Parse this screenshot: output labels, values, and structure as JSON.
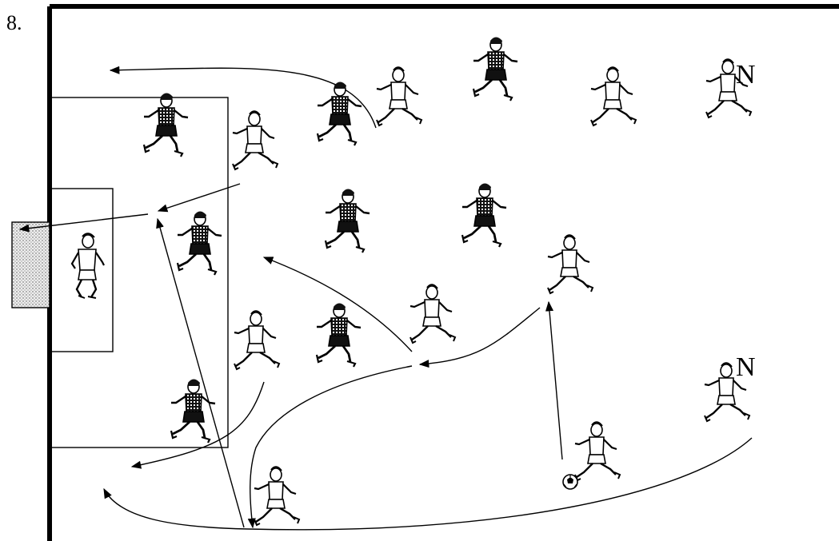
{
  "figure_number": "8.",
  "labels": {
    "neutral_top": "N",
    "neutral_bottom": "N"
  },
  "colors": {
    "line": "#000000",
    "background": "#ffffff",
    "goal_fill": "#d8d8d8",
    "dark_team": "#111111",
    "light_team": "#ffffff"
  },
  "icons": {
    "ball": "soccer-ball-icon",
    "player": "running-player-icon",
    "goalkeeper": "goalkeeper-icon"
  }
}
